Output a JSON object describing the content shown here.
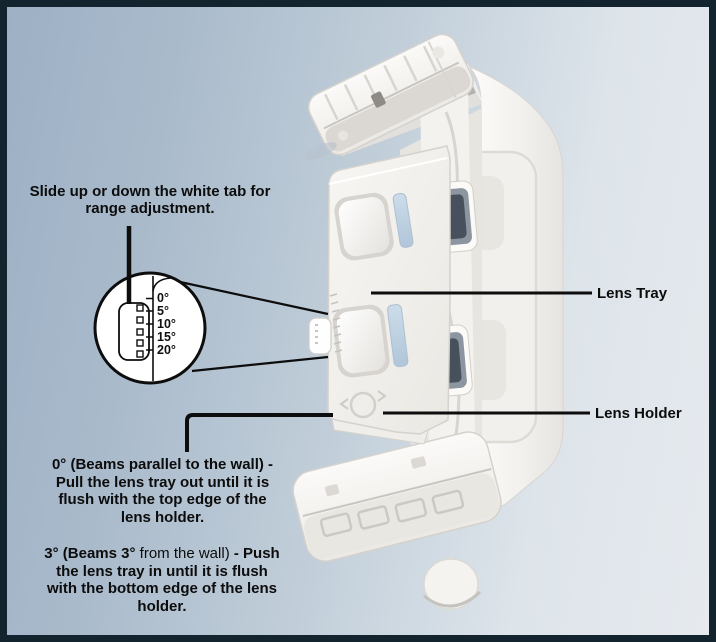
{
  "colors": {
    "frame_border": "#14242f",
    "background_left": "#9db0c4",
    "background_right": "#e6eaef",
    "annotation_line": "#0d0d0d",
    "device_white": "#f4f3f0",
    "lens_window_dark": "#46515d",
    "slot_blue": "#c2d4e3"
  },
  "slide_note": {
    "line1": "Slide up or down the white tab for",
    "line2": "range adjustment."
  },
  "magnifier": {
    "labels": [
      "0°",
      "5°",
      "10°",
      "15°",
      "20°"
    ]
  },
  "device_labels": {
    "lens_tray": "Lens Tray",
    "lens_holder": "Lens Holder"
  },
  "instruction_0deg": {
    "line1": "0° (Beams parallel to the wall) -",
    "line2": "Pull the lens tray out until it is",
    "line3": "flush with the top edge of the",
    "line4": "lens holder."
  },
  "instruction_3deg": {
    "line1_bold_a": "3° (Beams 3°",
    "line1_regular": " from the wall) ",
    "line1_bold_b": " - Push",
    "line2": "the lens tray in until it is flush",
    "line3": "with the bottom edge of the lens",
    "line4": "holder."
  }
}
